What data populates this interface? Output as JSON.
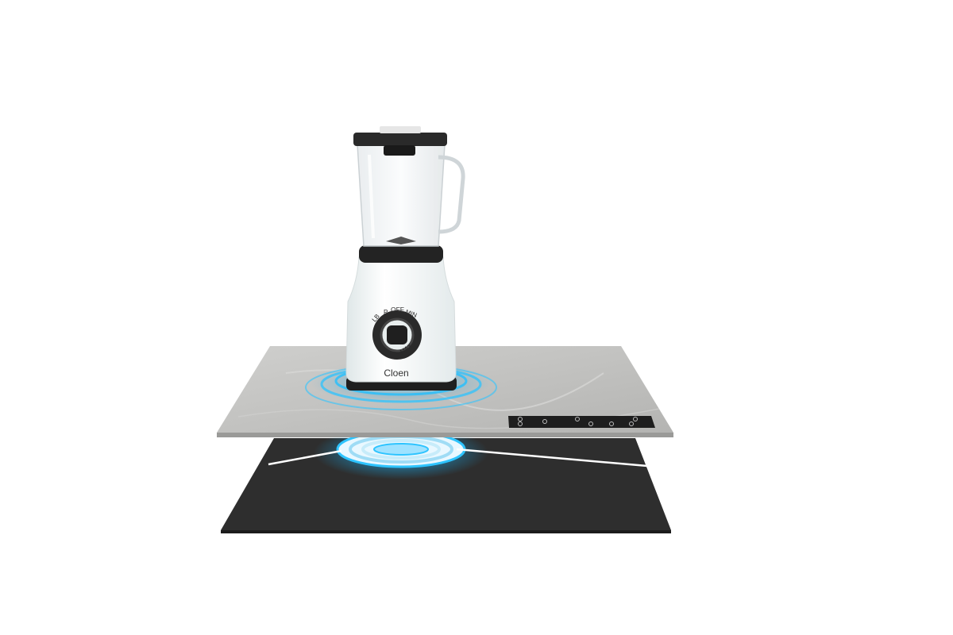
{
  "product": {
    "brand_label": "Cloen",
    "dial_labels": [
      "LB",
      "P",
      "OFF",
      "MIN",
      "MAX"
    ]
  },
  "colors": {
    "background": "#ffffff",
    "countertop": "#c4c4c2",
    "countertop_edge": "#9c9c9a",
    "induction_plate": "#2d2d2d",
    "blender_body": "#f6f9f9",
    "glow": "#2ec4ff",
    "control_panel": "#1e1e1e",
    "callout_line": "#ffffff"
  },
  "scene": {
    "description_icons": [
      "blender-icon",
      "countertop-icon",
      "induction-coil-icon",
      "touch-control-panel-icon"
    ]
  }
}
